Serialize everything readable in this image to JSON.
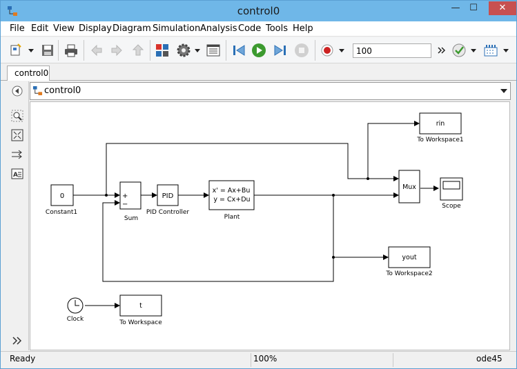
{
  "window": {
    "title": "control0"
  },
  "menu": [
    "File",
    "Edit",
    "View",
    "Display",
    "Diagram",
    "Simulation",
    "Analysis",
    "Code",
    "Tools",
    "Help"
  ],
  "toolbar": {
    "stop_time": "100"
  },
  "tab": {
    "label": "control0"
  },
  "address": {
    "path": "control0"
  },
  "blocks": {
    "constant": {
      "value": "0",
      "label": "Constant1"
    },
    "sum": {
      "label": "Sum",
      "plus": "+",
      "minus": "−"
    },
    "pid": {
      "text": "PID",
      "label": "PID Controller"
    },
    "plant": {
      "line1": "x' = Ax+Bu",
      "line2": "y = Cx+Du",
      "label": "Plant"
    },
    "mux": {
      "text": "Mux"
    },
    "scope": {
      "label": "Scope"
    },
    "rin": {
      "text": "rin",
      "label": "To Workspace1"
    },
    "yout": {
      "text": "yout",
      "label": "To Workspace2"
    },
    "clock": {
      "label": "Clock"
    },
    "t": {
      "text": "t",
      "label": "To Workspace"
    }
  },
  "status": {
    "state": "Ready",
    "zoom": "100%",
    "solver": "ode45"
  }
}
